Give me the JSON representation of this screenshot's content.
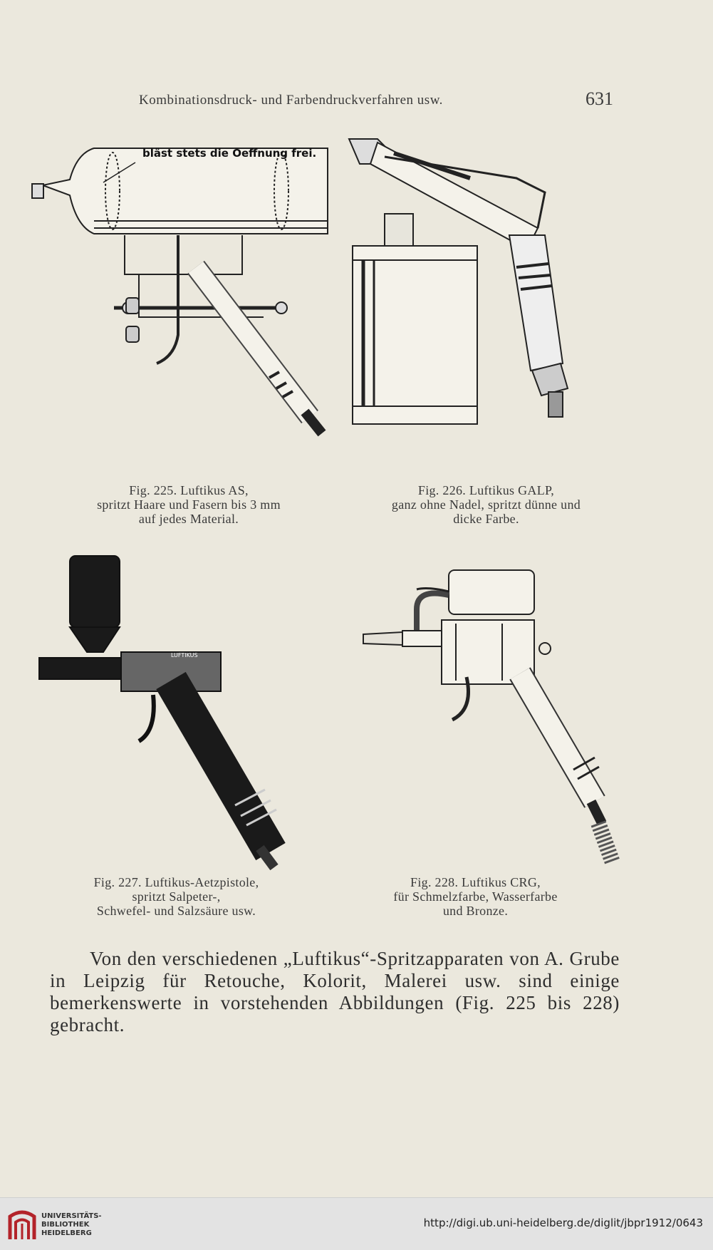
{
  "header": {
    "running_title": "Kombinationsdruck- und Farbendruckverfahren usw.",
    "page_number": "631"
  },
  "figures": [
    {
      "label_text": "bläst stets die Oeffnung frei.",
      "caption_lines": [
        "Fig. 225. Luftikus AS,",
        "spritzt Haare und Fasern bis 3 mm",
        "auf jedes Material."
      ]
    },
    {
      "caption_lines": [
        "Fig. 226. Luftikus GALP,",
        "ganz ohne Nadel, spritzt dünne und",
        "dicke Farbe."
      ]
    },
    {
      "label_text": "LUFTIKUS",
      "caption_lines": [
        "Fig. 227. Luftikus-Aetzpistole,",
        "spritzt Salpeter-,",
        "Schwefel- und Salzsäure usw."
      ]
    },
    {
      "caption_lines": [
        "Fig. 228. Luftikus CRG,",
        "für Schmelzfarbe, Wasserfarbe",
        "und Bronze."
      ]
    }
  ],
  "body": {
    "paragraph": "Von den verschiedenen „Luftikus“-Spritzapparaten von A. Grube in Leipzig für Retouche, Kolorit, Malerei usw. sind einige bemerkenswerte in vorstehenden Abbildungen (Fig. 225 bis 228) gebracht."
  },
  "footer": {
    "institution_lines": [
      "UNIVERSITÄTS-",
      "BIBLIOTHEK",
      "HEIDELBERG"
    ],
    "url": "http://digi.ub.uni-heidelberg.de/diglit/jbpr1912/0643"
  }
}
